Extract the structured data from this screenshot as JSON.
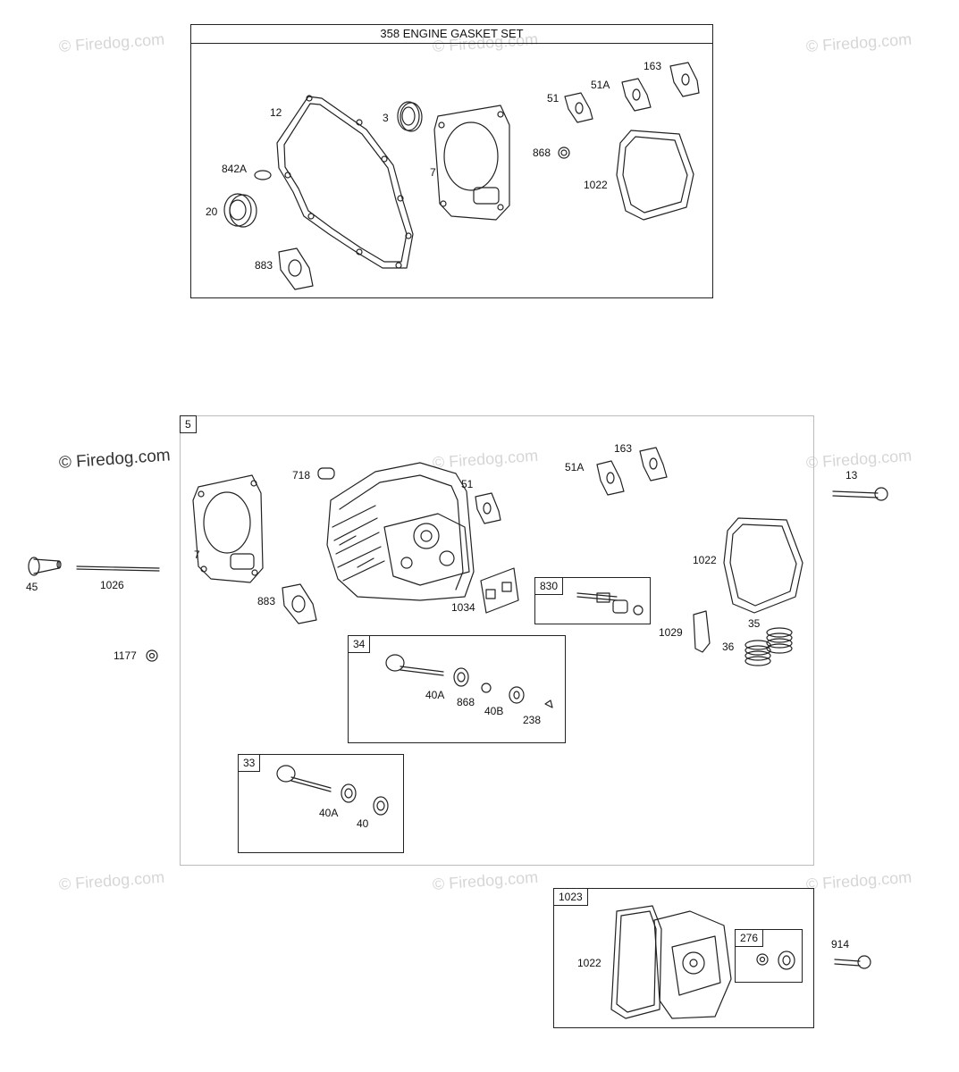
{
  "gasket_set": {
    "title": "358 ENGINE GASKET SET",
    "labels": {
      "p12": "12",
      "p3": "3",
      "p842a": "842A",
      "p20": "20",
      "p883": "883",
      "p7": "7",
      "p51": "51",
      "p51a": "51A",
      "p163": "163",
      "p868": "868",
      "p1022": "1022"
    }
  },
  "cylinder_head": {
    "tag": "5",
    "labels": {
      "p718": "718",
      "p51": "51",
      "p51a": "51A",
      "p163": "163",
      "p7": "7",
      "p883": "883",
      "p1034": "1034",
      "p1022": "1022",
      "p1029": "1029",
      "p35": "35",
      "p36": "36"
    }
  },
  "rocker_kit": {
    "tag": "830"
  },
  "valve_kit_34": {
    "tag": "34",
    "labels": {
      "p40a": "40A",
      "p868": "868",
      "p40b": "40B",
      "p238": "238"
    }
  },
  "valve_kit_33": {
    "tag": "33",
    "labels": {
      "p40a": "40A",
      "p40": "40"
    }
  },
  "cover_kit": {
    "tag": "1023",
    "sub_tag": "276",
    "labels": {
      "p1022": "1022"
    }
  },
  "outside_labels": {
    "p45": "45",
    "p1026": "1026",
    "p1177": "1177",
    "p13": "13",
    "p914": "914"
  },
  "watermarks": {
    "main": "© Firedog.com",
    "faint": "© Firedog.com"
  }
}
